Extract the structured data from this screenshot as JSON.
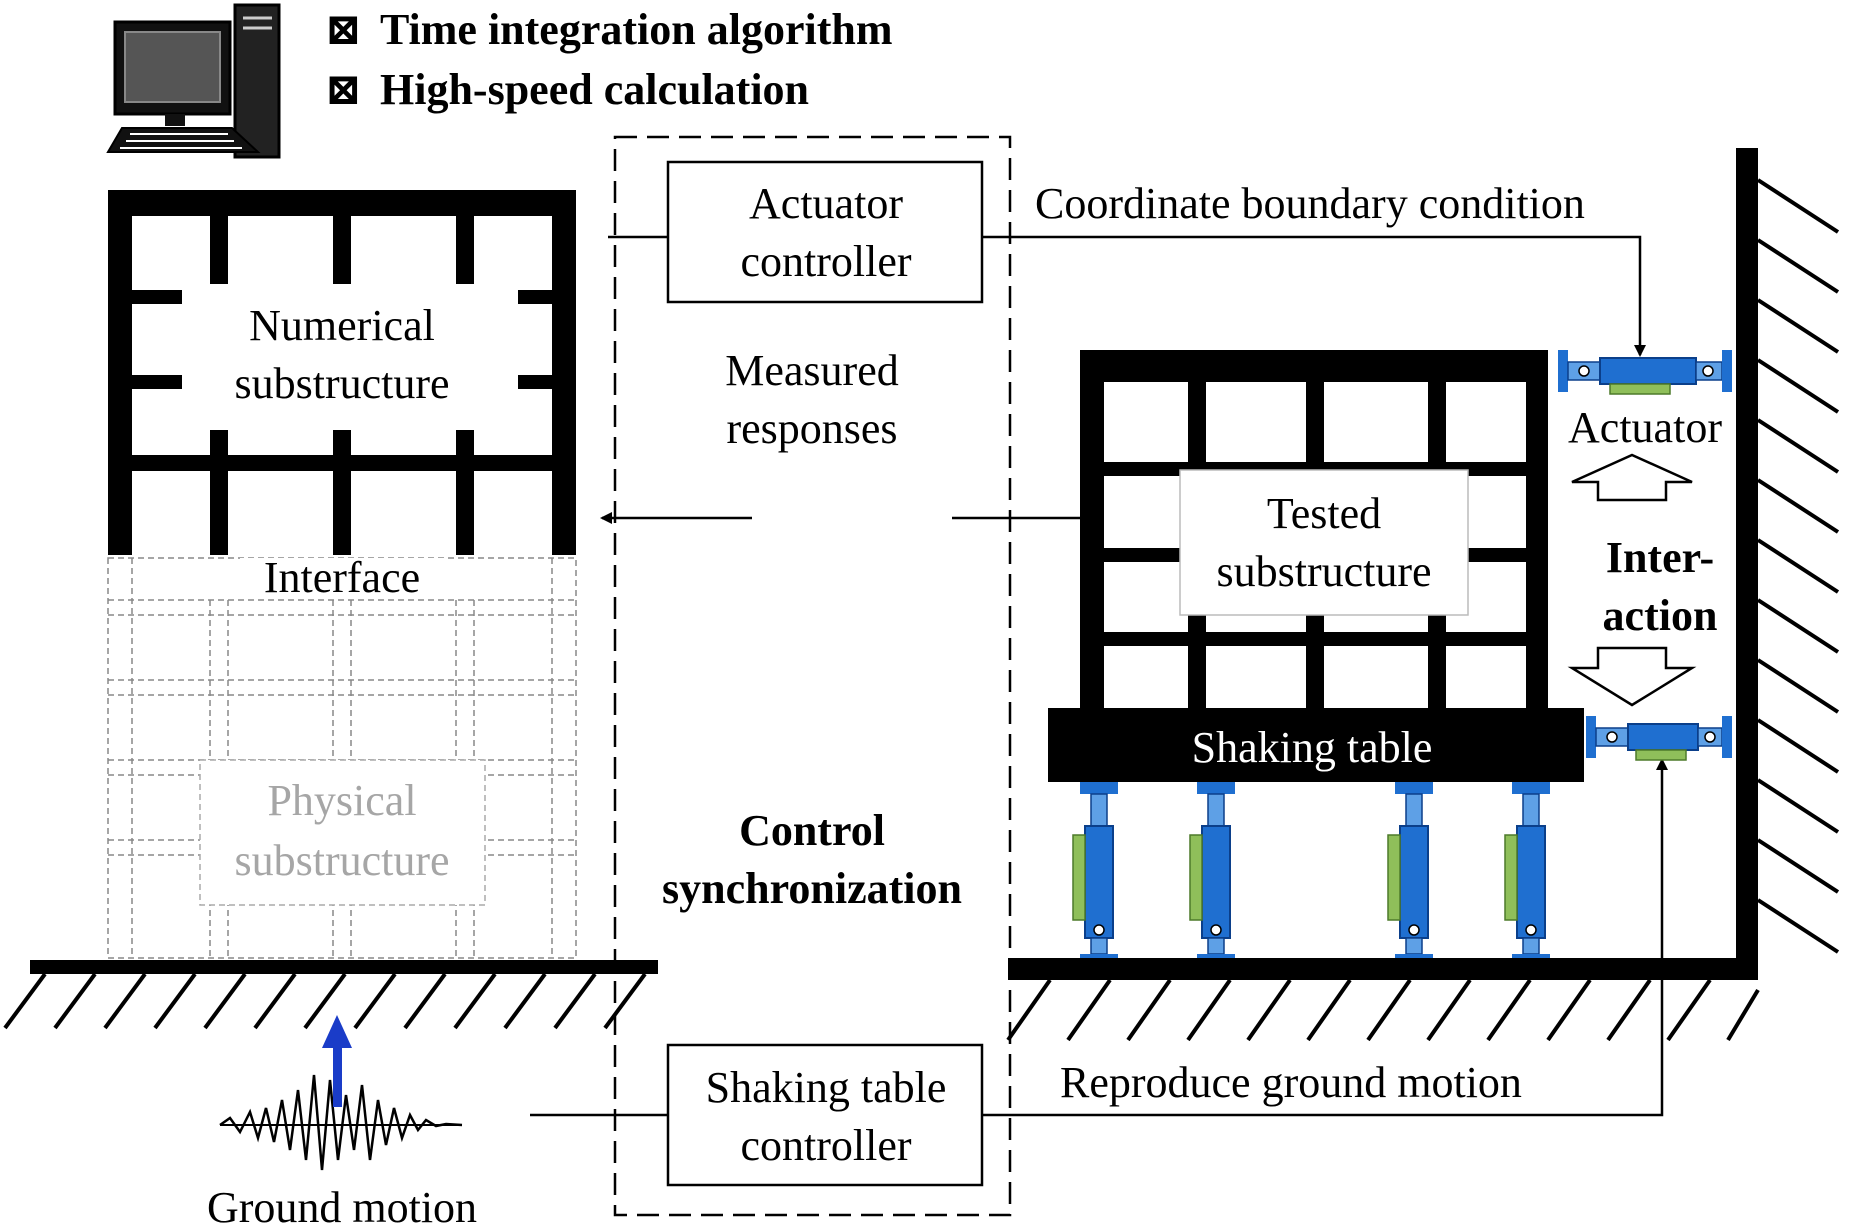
{
  "computer": {
    "bullets": [
      "Time integration algorithm",
      "High-speed calculation"
    ],
    "checkbox_glyph": "⊠"
  },
  "labels": {
    "numerical_substructure": [
      "Numerical",
      "substructure"
    ],
    "interface": "Interface",
    "physical_substructure": [
      "Physical",
      "substructure"
    ],
    "ground_motion": "Ground motion",
    "actuator_controller": [
      "Actuator",
      "controller"
    ],
    "measured_responses": [
      "Measured",
      "responses"
    ],
    "control_synchronization": [
      "Control",
      "synchronization"
    ],
    "shaking_table_controller": [
      "Shaking table",
      "controller"
    ],
    "coordinate_boundary_condition": "Coordinate boundary condition",
    "reproduce_ground_motion": "Reproduce ground motion",
    "tested_substructure": [
      "Tested",
      "substructure"
    ],
    "shaking_table": "Shaking table",
    "actuator": "Actuator",
    "interaction": [
      "Inter-",
      "action"
    ]
  },
  "colors": {
    "frame": "#000000",
    "physical_frame": "#888888",
    "ground_arrow": "#1a3cc8",
    "actuator_blue": "#1f6fd0",
    "actuator_green": "#8fbf5a"
  }
}
